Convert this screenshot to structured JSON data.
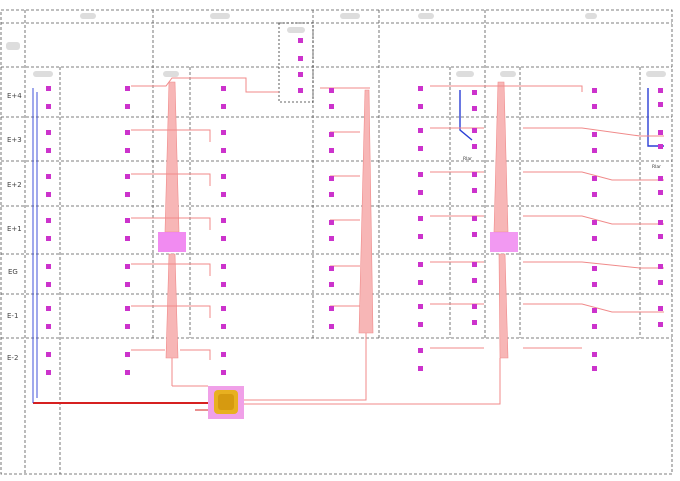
{
  "floors": [
    {
      "label": "E+4"
    },
    {
      "label": "E+3"
    },
    {
      "label": "E+2"
    },
    {
      "label": "E+1"
    },
    {
      "label": "EG"
    },
    {
      "label": "E-1"
    },
    {
      "label": "E-2"
    }
  ],
  "annotations": {
    "right_column_tag": "Rlar"
  },
  "colors": {
    "grid_line": "#555555",
    "pink_pipe": "#f08a8a",
    "riser_fill": "#f7b6b6",
    "blue_pipe": "#2b3fd6",
    "red_pipe": "#d62020",
    "fixture": "#cc33cc",
    "manifold": "#ee77ee",
    "boiler_outer": "#f0a0e8",
    "boiler_inner": "#e8b020"
  }
}
